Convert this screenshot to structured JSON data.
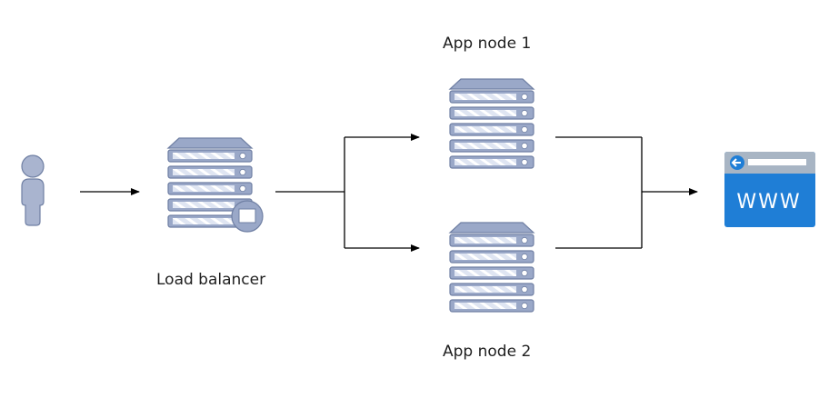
{
  "diagram": {
    "nodes": {
      "user": {
        "icon": "user-icon"
      },
      "load_balancer": {
        "label": "Load balancer",
        "icon": "load-balancer-server-icon"
      },
      "app_node_1": {
        "label": "App node 1",
        "icon": "server-icon"
      },
      "app_node_2": {
        "label": "App node 2",
        "icon": "server-icon"
      },
      "website": {
        "icon": "www-browser-icon",
        "text": "WWW"
      }
    },
    "edges": [
      {
        "from": "user",
        "to": "load_balancer"
      },
      {
        "from": "load_balancer",
        "to": "app_node_1"
      },
      {
        "from": "load_balancer",
        "to": "app_node_2"
      },
      {
        "from": "app_node_1",
        "to": "website"
      },
      {
        "from": "app_node_2",
        "to": "website"
      }
    ],
    "colors": {
      "server_body": "#9aa8c8",
      "server_stroke": "#6f7fa3",
      "user_fill": "#a9b4cf",
      "browser_blue": "#1f7ed6",
      "browser_bar": "#a8b5c4",
      "arrow": "#000000"
    }
  }
}
